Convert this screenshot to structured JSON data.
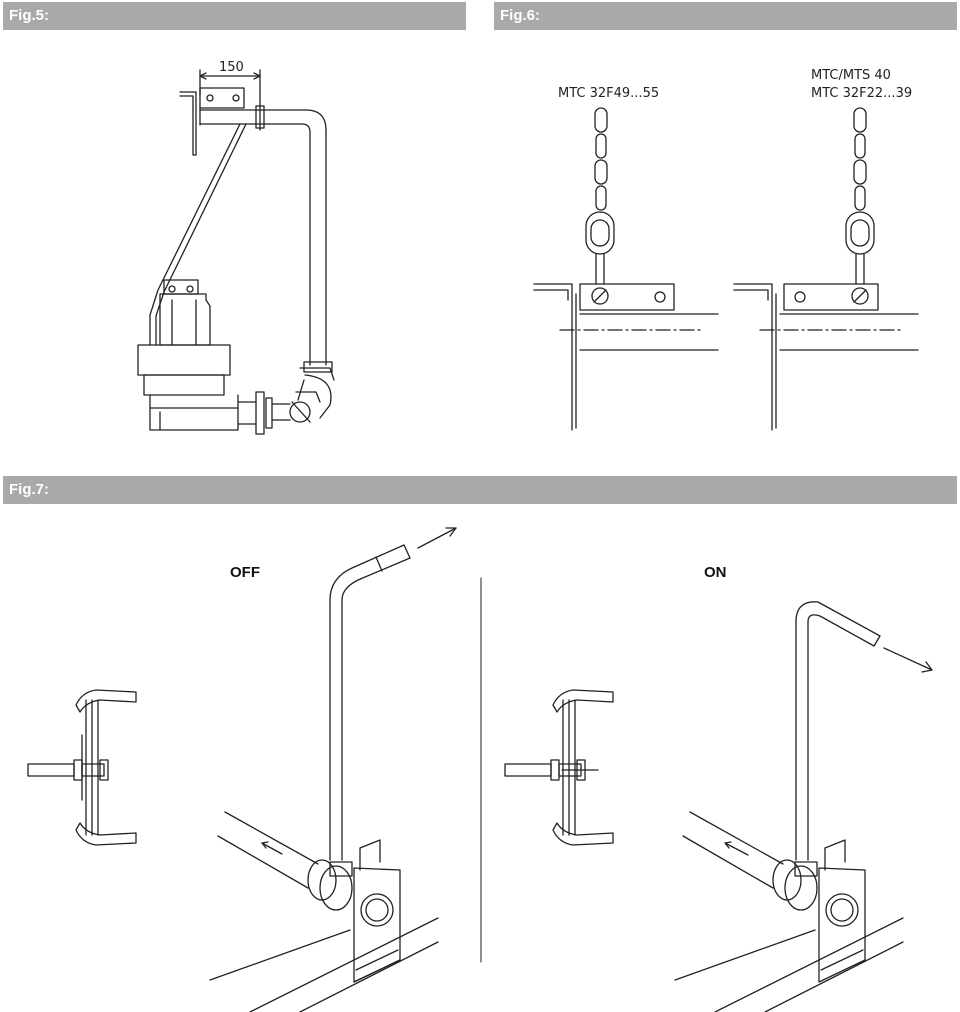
{
  "figures": {
    "fig5": {
      "title": "Fig.5:",
      "dimension": "150"
    },
    "fig6": {
      "title": "Fig.6:",
      "label_left": "MTC 32F49...55",
      "label_right_line1": "MTC/MTS 40",
      "label_right_line2": "MTC 32F22...39"
    },
    "fig7": {
      "title": "Fig.7:",
      "state_off": "OFF",
      "state_on": "ON"
    }
  }
}
